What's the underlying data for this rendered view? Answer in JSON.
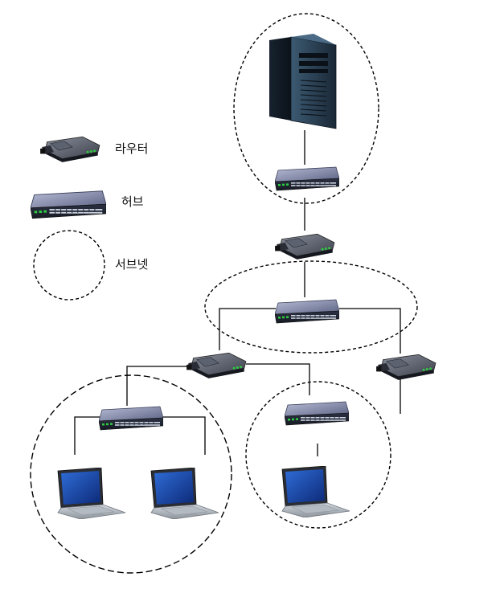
{
  "legend": {
    "router_label": "라우터",
    "hub_label": "허브",
    "subnet_label": "서브넷"
  },
  "icons": {
    "server": "server-tower-icon",
    "router": "router-icon",
    "hub": "network-hub-icon",
    "laptop": "laptop-icon",
    "subnet": "dashed-circle-subnet"
  },
  "colors": {
    "line": "#000000",
    "subnet_border": "#000000",
    "device_body": "#3a4258",
    "hub_top": "#8e95b8",
    "port_led": "#2ecc40",
    "laptop_screen": "#1f4fb8"
  }
}
